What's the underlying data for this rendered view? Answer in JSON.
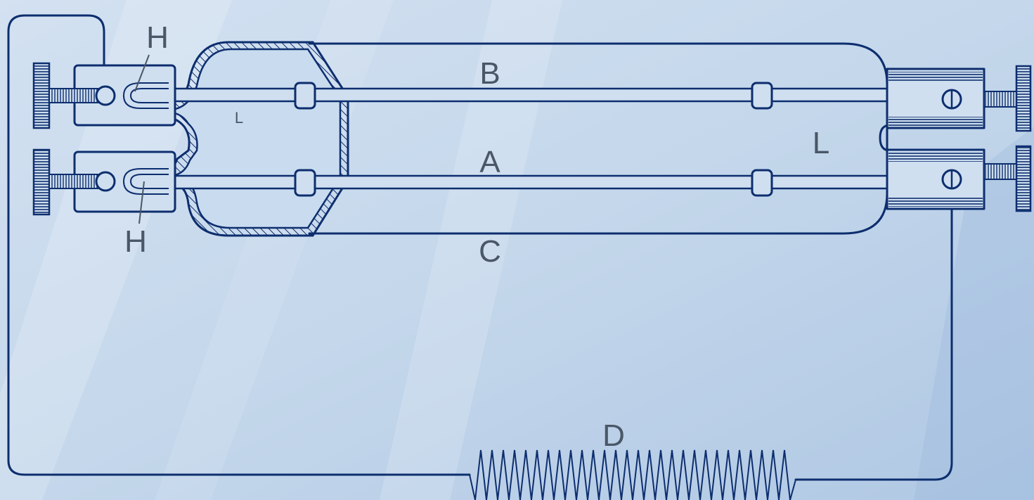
{
  "diagram": {
    "labels": {
      "b": "B",
      "a": "A",
      "c": "C",
      "d": "D",
      "l_small": "L",
      "l_large": "L",
      "h_top": "H",
      "h_bottom": "H"
    },
    "colors": {
      "line": "#0d2e6e",
      "background": "#c3d6ea",
      "label": "#4a5766"
    }
  }
}
